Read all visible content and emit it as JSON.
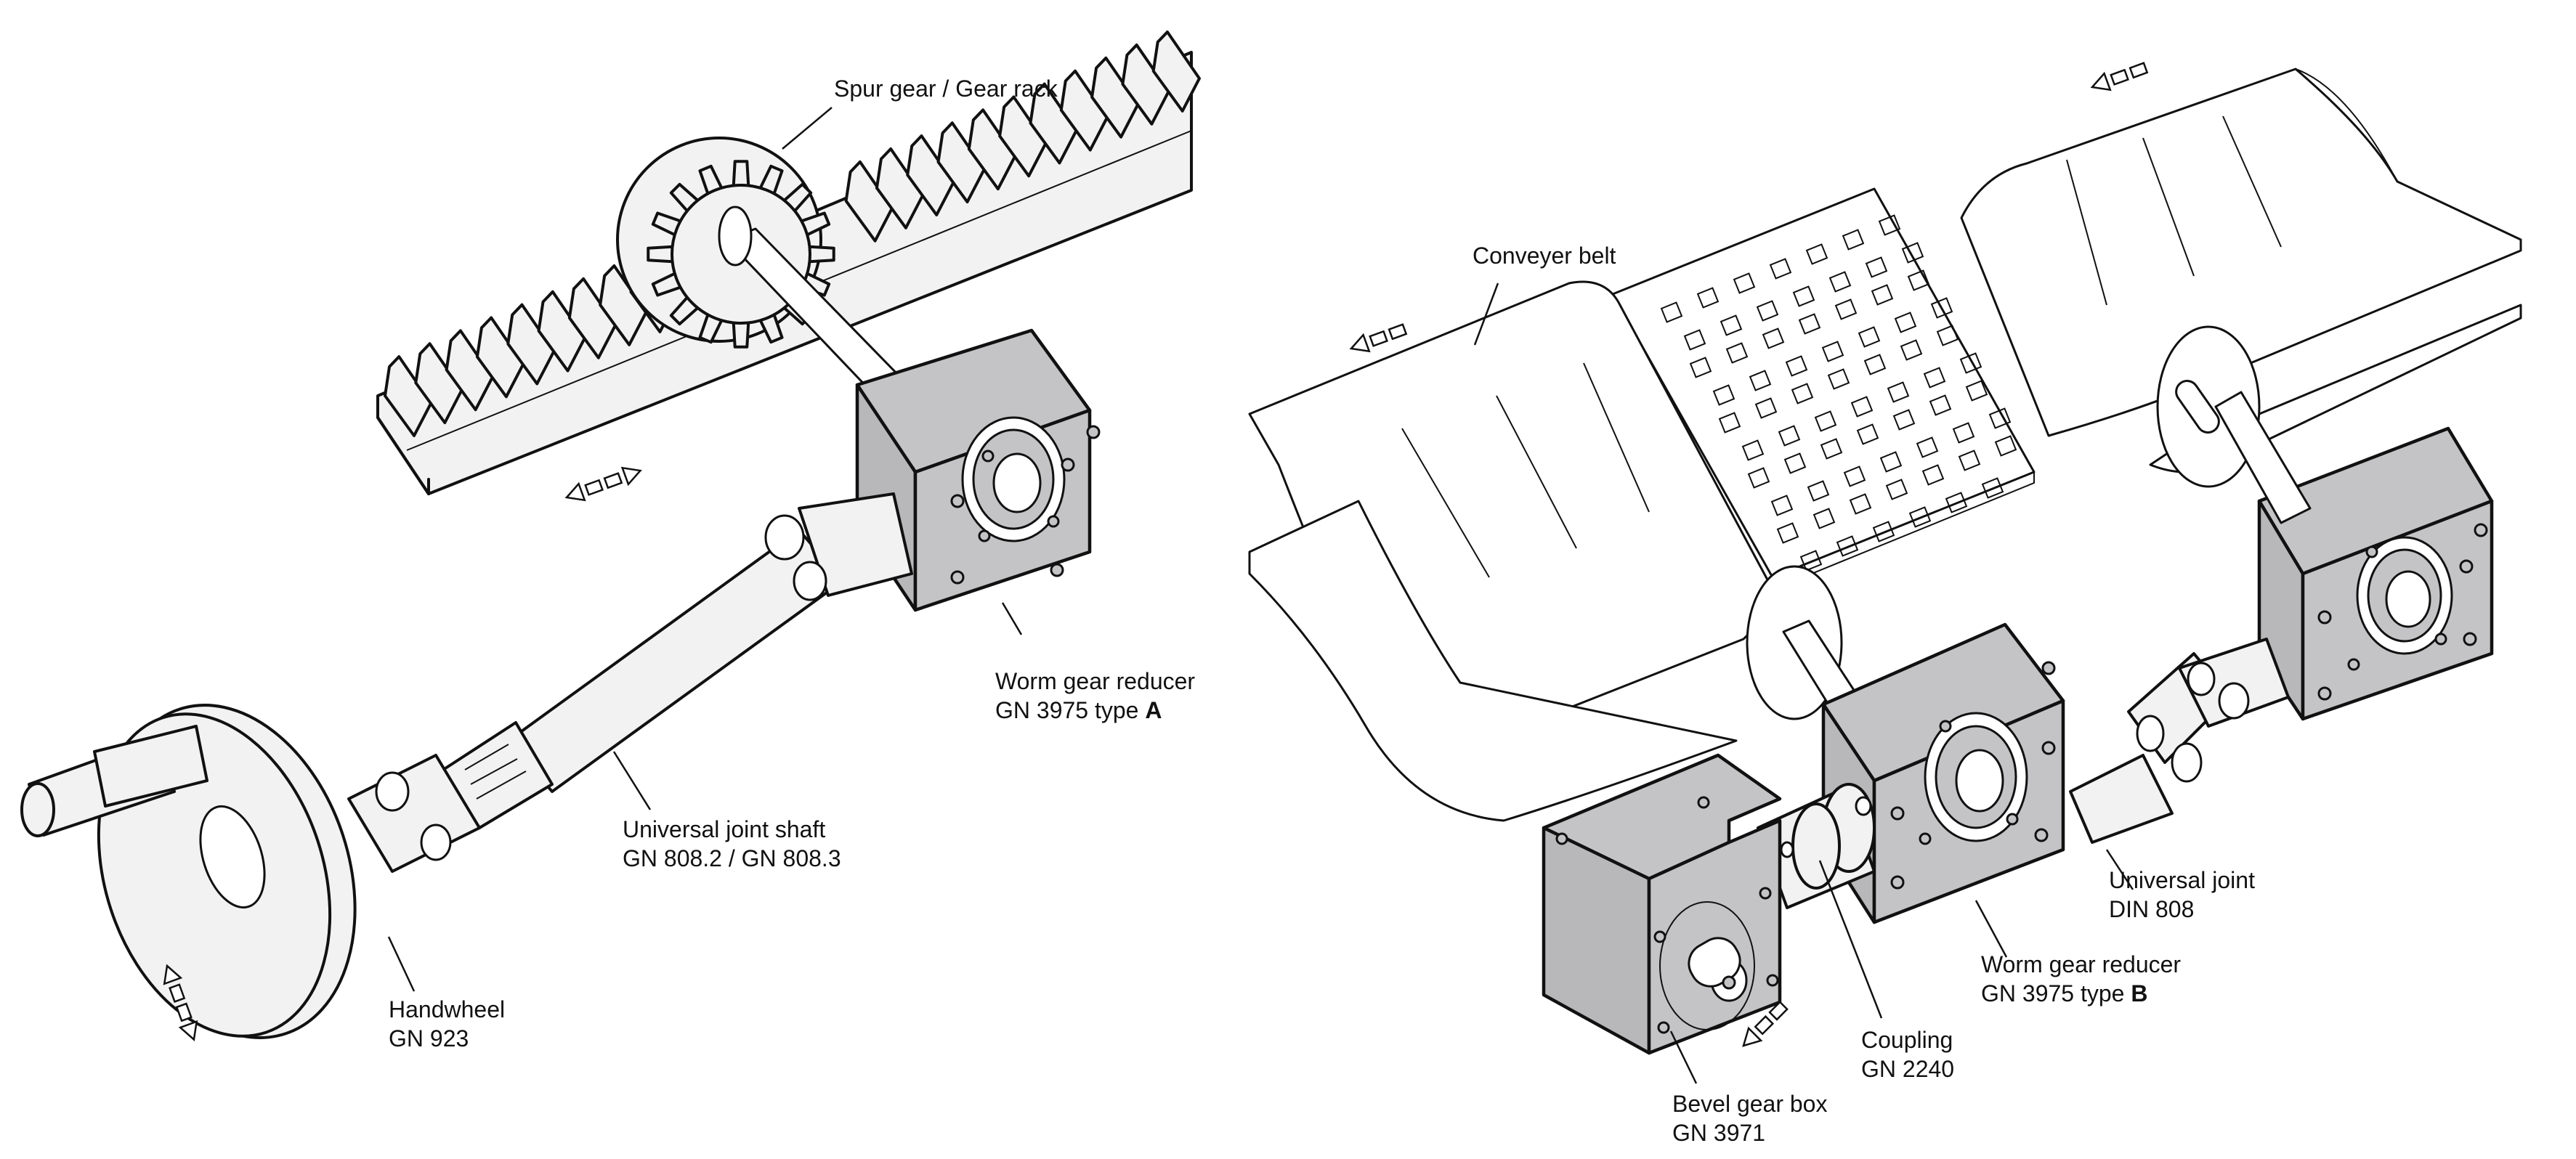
{
  "figure": {
    "left_assembly": {
      "spur_gear_rack": {
        "line1": "Spur gear / Gear rack"
      },
      "worm_gear_reducer_a": {
        "line1": "Worm gear reducer",
        "line2_prefix": "GN 3975 type ",
        "line2_type": "A"
      },
      "universal_joint_shaft": {
        "line1": "Universal joint shaft",
        "line2": "GN 808.2 / GN 808.3"
      },
      "handwheel": {
        "line1": "Handwheel",
        "line2": "GN 923"
      }
    },
    "right_assembly": {
      "conveyer_belt": {
        "line1": "Conveyer belt"
      },
      "universal_joint": {
        "line1": "Universal joint",
        "line2": "DIN 808"
      },
      "worm_gear_reducer_b": {
        "line1": "Worm gear reducer",
        "line2_prefix": "GN 3975 type ",
        "line2_type": "B"
      },
      "coupling": {
        "line1": "Coupling",
        "line2": "GN 2240"
      },
      "bevel_gear_box": {
        "line1": "Bevel gear box",
        "line2": "GN 3971"
      }
    },
    "motion_indicators": [
      "rack-linear-bidirectional",
      "handwheel-rotation",
      "belt-direction-left",
      "belt-direction-left-top",
      "bevel-rotation"
    ],
    "colors": {
      "housing_gray": "#c4c4c6",
      "part_light": "#f2f2f2",
      "line": "#111111",
      "background": "#ffffff"
    }
  }
}
